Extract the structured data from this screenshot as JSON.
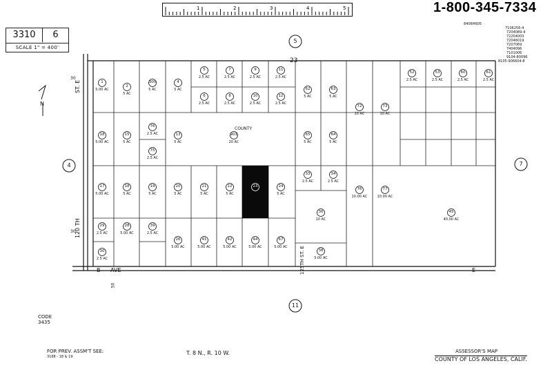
{
  "header": {
    "book": "3310",
    "page": "6",
    "scale": "SCALE 1\" = 400'",
    "phone": "1-800-345-7334",
    "ruler_labels": [
      "1",
      "2",
      "3",
      "4",
      "5"
    ],
    "revisions": [
      "8406H605",
      "7106256-4",
      "7204089-4",
      "72204003",
      "72046019",
      "7207069",
      "7404096",
      "7101006",
      "9104-80096",
      "8105-906604-8"
    ]
  },
  "map": {
    "section_top": "23",
    "adj_top": "5",
    "adj_left": "4",
    "adj_right": "7",
    "adj_bottom": "11",
    "street_left": "120TH ST. E",
    "street_left_upper": "ST. E",
    "street_left_lower": "120 TH",
    "street_bottom": "AVE",
    "street_bottom_prefix": "B",
    "street_bottom_suffix": "E",
    "street_bottom_num": "50",
    "street_vertical": "125TH ST. E",
    "dim_30_top": "30",
    "dim_30_bottom": "30",
    "north_label": "N",
    "code_label": "CODE",
    "code_value": "3435"
  },
  "parcels": [
    {
      "num": "1",
      "area": "5.00 AC"
    },
    {
      "num": "2",
      "area": "5 AC"
    },
    {
      "num": "300",
      "area": "5 AC"
    },
    {
      "num": "4",
      "area": "5 AC"
    },
    {
      "num": "5",
      "area": "2.5 AC"
    },
    {
      "num": "7",
      "area": "2.5 AC"
    },
    {
      "num": "9",
      "area": "2.5 AC"
    },
    {
      "num": "11",
      "area": "2.5 AC"
    },
    {
      "num": "6",
      "area": "2.5 AC"
    },
    {
      "num": "8",
      "area": "2.5 AC"
    },
    {
      "num": "10",
      "area": "2.5 AC"
    },
    {
      "num": "12",
      "area": "2.5 AC"
    },
    {
      "num": "62",
      "area": "5 AC"
    },
    {
      "num": "63",
      "area": "5 AC"
    },
    {
      "num": "72",
      "area": "10 AC"
    },
    {
      "num": "73",
      "area": "10 AC"
    },
    {
      "num": "18",
      "area": "5.00 AC"
    },
    {
      "num": "15",
      "area": "5 AC"
    },
    {
      "num": "76",
      "area": "2.5 AC"
    },
    {
      "num": "75",
      "area": "2.5 AC"
    },
    {
      "num": "13",
      "area": "5 AC"
    },
    {
      "num": "901",
      "area": "20 AC"
    },
    {
      "num": "65",
      "area": "5 AC"
    },
    {
      "num": "64",
      "area": "5 AC"
    },
    {
      "num": "17",
      "area": "5.00 AC"
    },
    {
      "num": "18",
      "area": "5 AC"
    },
    {
      "num": "19",
      "area": "5 AC"
    },
    {
      "num": "20",
      "area": "5 AC"
    },
    {
      "num": "21",
      "area": "5 AC"
    },
    {
      "num": "22",
      "area": "5 AC"
    },
    {
      "num": "23",
      "area": ""
    },
    {
      "num": "24",
      "area": "5 AC"
    },
    {
      "num": "33",
      "area": "2.5 AC"
    },
    {
      "num": "34",
      "area": "2.5 AC"
    },
    {
      "num": "76",
      "area": "10.00 AC"
    },
    {
      "num": "77",
      "area": "10.00 AC"
    },
    {
      "num": "36",
      "area": "10 AC"
    },
    {
      "num": "29",
      "area": "2.5 AC"
    },
    {
      "num": "28",
      "area": "5.00 AC"
    },
    {
      "num": "39",
      "area": "2.5 AC"
    },
    {
      "num": "26",
      "area": "5.00 AC"
    },
    {
      "num": "41",
      "area": "5.00 AC"
    },
    {
      "num": "42",
      "area": "5.00 AC"
    },
    {
      "num": "44",
      "area": "5.00 AC"
    },
    {
      "num": "67",
      "area": "5.00 AC"
    },
    {
      "num": "30",
      "area": "2.5 AC"
    },
    {
      "num": "38",
      "area": "5.00 AC"
    },
    {
      "num": "45",
      "area": "40.00 AC"
    },
    {
      "num": "52",
      "area": "2.5 AC"
    },
    {
      "num": "53",
      "area": "2.5 AC"
    },
    {
      "num": "60",
      "area": "2.5 AC"
    },
    {
      "num": "61",
      "area": "2.5 AC"
    }
  ],
  "county_label": "COUNTY",
  "footer": {
    "prev_label": "FOR PREV. ASSM'T SEE:",
    "prev_value": "3168 - 18 & 19",
    "township": "T. 8 N., R. 10 W.",
    "assessor_title": "ASSESSOR'S MAP",
    "assessor_county": "COUNTY OF LOS ANGELES, CALIF."
  }
}
